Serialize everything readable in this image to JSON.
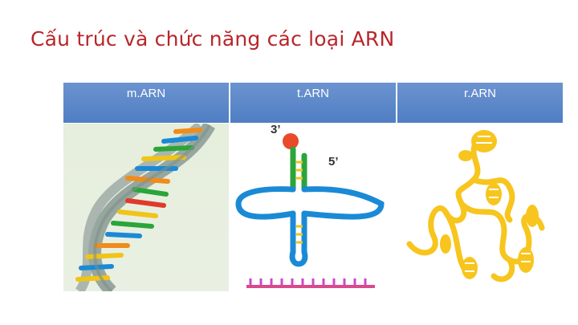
{
  "slide": {
    "title": "Cấu trúc và chức năng các loại ARN",
    "columns": [
      {
        "header": "m.ARN",
        "image": "mrna-double-helix-illustration"
      },
      {
        "header": "t.ARN",
        "image": "trna-cloverleaf-illustration"
      },
      {
        "header": "r.ARN",
        "image": "rrna-coiled-strand-illustration"
      }
    ],
    "trna_labels": {
      "end3": "3’",
      "end5": "5’"
    },
    "colors": {
      "title": "#b8262a",
      "header_bg": "#5a86c8",
      "rrna_yellow": "#f7c51e"
    }
  }
}
